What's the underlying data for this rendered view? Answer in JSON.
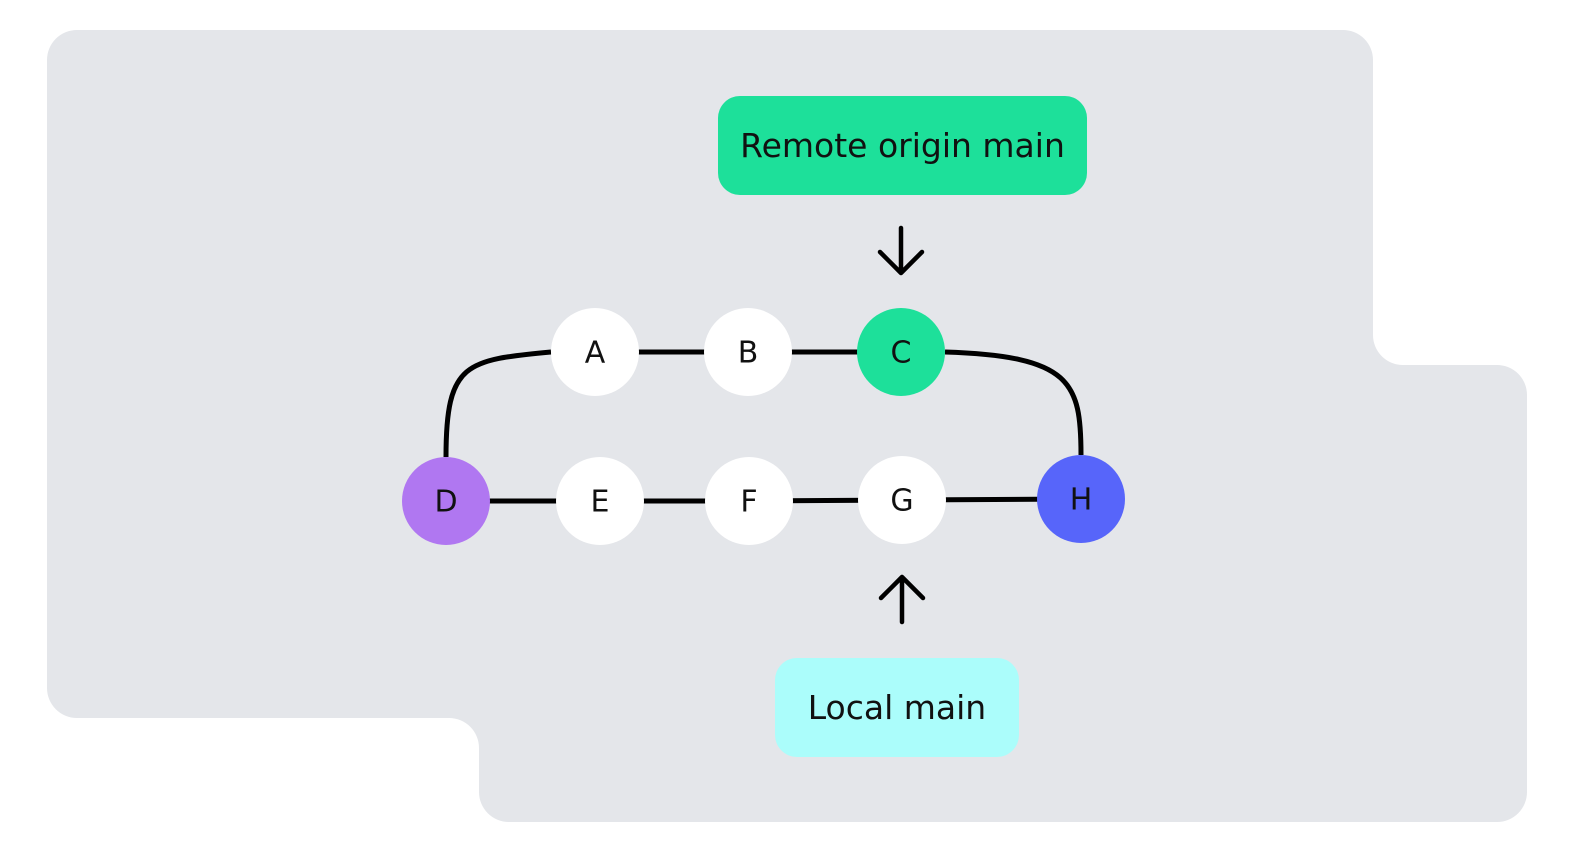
{
  "labels": {
    "remote": {
      "text": "Remote origin main",
      "color": "#1de09a"
    },
    "local": {
      "text": "Local main",
      "color": "#abfdfb"
    }
  },
  "colors": {
    "background_panel": "#e4e6ea",
    "edge": "#000000",
    "default_node": "#ffffff"
  },
  "nodes": [
    {
      "id": "A",
      "label": "A",
      "color": "#ffffff",
      "branch": "upper"
    },
    {
      "id": "B",
      "label": "B",
      "color": "#ffffff",
      "branch": "upper"
    },
    {
      "id": "C",
      "label": "C",
      "color": "#1de09a",
      "branch": "upper"
    },
    {
      "id": "D",
      "label": "D",
      "color": "#b077f1",
      "branch": "lower"
    },
    {
      "id": "E",
      "label": "E",
      "color": "#ffffff",
      "branch": "lower"
    },
    {
      "id": "F",
      "label": "F",
      "color": "#ffffff",
      "branch": "lower"
    },
    {
      "id": "G",
      "label": "G",
      "color": "#ffffff",
      "branch": "lower"
    },
    {
      "id": "H",
      "label": "H",
      "color": "#5765fa",
      "branch": "lower"
    }
  ],
  "edges": [
    [
      "D",
      "A"
    ],
    [
      "A",
      "B"
    ],
    [
      "B",
      "C"
    ],
    [
      "C",
      "H"
    ],
    [
      "D",
      "E"
    ],
    [
      "E",
      "F"
    ],
    [
      "F",
      "G"
    ],
    [
      "G",
      "H"
    ]
  ],
  "pointers": [
    {
      "from": "remote",
      "to": "C",
      "direction": "down"
    },
    {
      "from": "local",
      "to": "G",
      "direction": "up"
    }
  ]
}
